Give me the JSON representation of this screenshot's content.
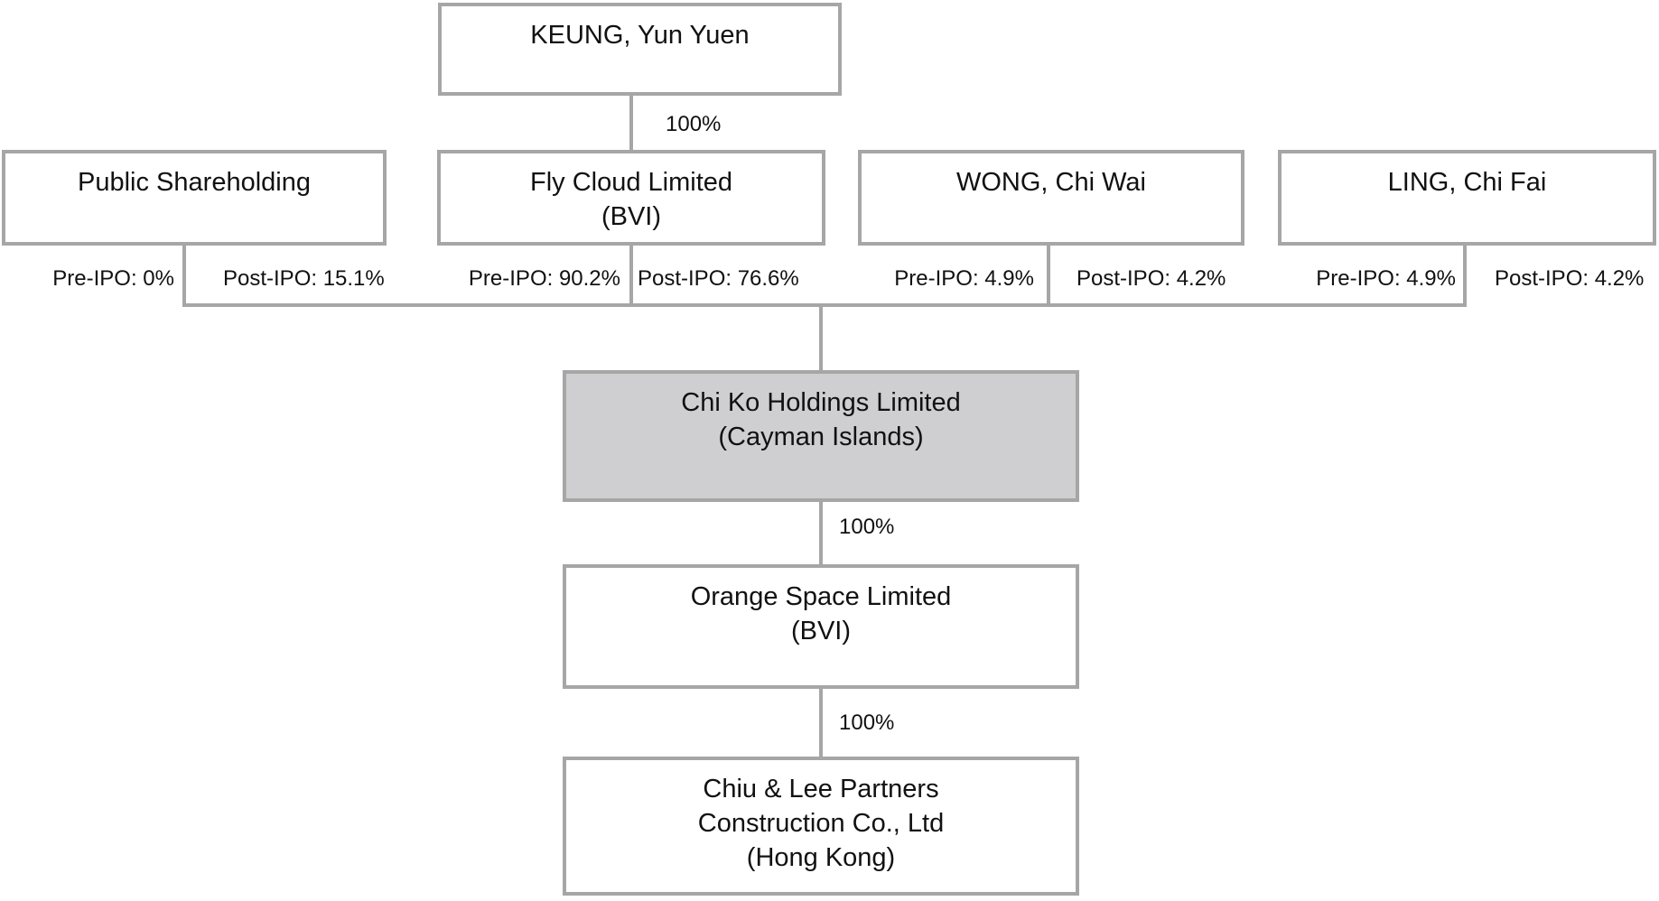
{
  "colors": {
    "page_bg": "#ffffff",
    "box_border": "#a6a6a6",
    "box_fill": "#ffffff",
    "highlight_fill": "#cfcfd1",
    "line": "#a6a6a6",
    "text": "#111111"
  },
  "nodes": {
    "keung": {
      "name": "KEUNG, Yun Yuen"
    },
    "public_shareholding": {
      "name": "Public Shareholding",
      "pre_ipo": "Pre-IPO: 0%",
      "post_ipo": "Post-IPO: 15.1%"
    },
    "fly_cloud": {
      "name": "Fly Cloud Limited",
      "jurisdiction": "(BVI)",
      "pre_ipo": "Pre-IPO: 90.2%",
      "post_ipo": "Post-IPO: 76.6%"
    },
    "wong": {
      "name": "WONG, Chi Wai",
      "pre_ipo": "Pre-IPO: 4.9%",
      "post_ipo": "Post-IPO: 4.2%"
    },
    "ling": {
      "name": "LING, Chi Fai",
      "pre_ipo": "Pre-IPO: 4.9%",
      "post_ipo": "Post-IPO: 4.2%"
    },
    "chi_ko": {
      "name": "Chi Ko Holdings Limited",
      "jurisdiction": "(Cayman Islands)"
    },
    "orange_space": {
      "name": "Orange Space Limited",
      "jurisdiction": "(BVI)"
    },
    "chiu_lee": {
      "name_line1": "Chiu & Lee Partners",
      "name_line2": "Construction Co., Ltd",
      "jurisdiction": "(Hong Kong)"
    }
  },
  "edges": {
    "keung_to_fly_cloud": "100%",
    "chi_ko_to_orange_space": "100%",
    "orange_space_to_chiu_lee": "100%"
  }
}
